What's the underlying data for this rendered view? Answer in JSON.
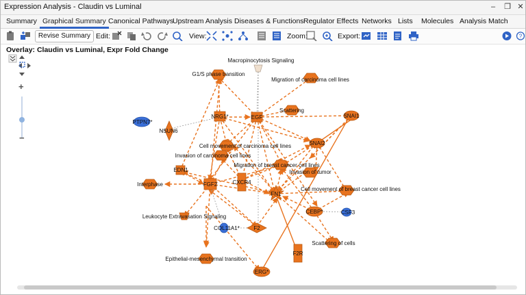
{
  "window": {
    "title": "Expression Analysis - Claudin vs Luminal",
    "controls": [
      "–",
      "❐",
      "✕"
    ]
  },
  "tabs": [
    {
      "label": "Summary"
    },
    {
      "label": "Graphical Summary",
      "active": true
    },
    {
      "label": "Canonical Pathways"
    },
    {
      "label": "Upstream Analysis"
    },
    {
      "label": "Diseases & Functions"
    },
    {
      "label": "Regulator Effects"
    },
    {
      "label": "Networks"
    },
    {
      "label": "Lists"
    },
    {
      "label": "Molecules"
    },
    {
      "label": "Analysis Match"
    }
  ],
  "toolbar": {
    "revise_label": "Revise Summary",
    "edit_label": "Edit:",
    "view_label": "View:",
    "zoom_label": "Zoom:",
    "export_label": "Export:"
  },
  "overlay_label": "Overlay: Claudin vs Luminal, Expr Fold Change",
  "zoom_controls": {
    "plus": "+",
    "minus": "−"
  },
  "colors": {
    "upregulated": "#e8731e",
    "downregulated": "#3a6fd8",
    "accent": "#2f63c6"
  },
  "network": {
    "nodes": [
      {
        "id": "macro",
        "label": "Macropinocytosis Signaling",
        "shape": "funnel",
        "color": "gray"
      },
      {
        "id": "g1s",
        "label": "G1/S phase transition",
        "shape": "hex"
      },
      {
        "id": "migcar",
        "label": "Migration of carcinoma cell lines",
        "shape": "hex"
      },
      {
        "id": "nrg1",
        "label": "NRG1*",
        "shape": "rect"
      },
      {
        "id": "egf",
        "label": "EGF",
        "shape": "rect"
      },
      {
        "id": "scatter",
        "label": "Scattering",
        "shape": "hex"
      },
      {
        "id": "snai1",
        "label": "SNAI1",
        "shape": "ellipse"
      },
      {
        "id": "ptpn6",
        "label": "PTPN7*",
        "shape": "ellipse",
        "color": "blue"
      },
      {
        "id": "nsun6",
        "label": "NSUN6",
        "shape": "diamond"
      },
      {
        "id": "cellmov",
        "label": "Cell movement of carcinoma cell lines",
        "shape": "hex"
      },
      {
        "id": "snai2",
        "label": "SNAI2",
        "shape": "ellipse"
      },
      {
        "id": "invcar",
        "label": "Invasion of carcinoma cell lines",
        "shape": "hex"
      },
      {
        "id": "migbreast",
        "label": "Migration of breast cancer cell lines",
        "shape": "hex"
      },
      {
        "id": "edn1",
        "label": "EDN1",
        "shape": "rect"
      },
      {
        "id": "invtumor",
        "label": "Invasion of tumor",
        "shape": "hex"
      },
      {
        "id": "interphase",
        "label": "Interphase",
        "shape": "hex"
      },
      {
        "id": "fgf2",
        "label": "FGF2",
        "shape": "rect"
      },
      {
        "id": "cxcr4",
        "label": "CXCR4",
        "shape": "rect"
      },
      {
        "id": "fn1",
        "label": "FN1",
        "shape": "star"
      },
      {
        "id": "cellmovbreast",
        "label": "Cell movement of breast cancer cell lines",
        "shape": "hex"
      },
      {
        "id": "leuko",
        "label": "Leukocyte Extravasation Signaling",
        "shape": "funnel"
      },
      {
        "id": "cebp",
        "label": "CEBP*",
        "shape": "ellipse"
      },
      {
        "id": "csf3",
        "label": "CSF3",
        "shape": "ellipse",
        "color": "blue"
      },
      {
        "id": "col1a1",
        "label": "COL11A1*",
        "shape": "ellipse",
        "color": "blue"
      },
      {
        "id": "f2",
        "label": "F2",
        "shape": "diamond"
      },
      {
        "id": "scattcells",
        "label": "Scattering of cells",
        "shape": "hex"
      },
      {
        "id": "f2r",
        "label": "F2R",
        "shape": "rect"
      },
      {
        "id": "emt",
        "label": "Epithelial-mesenchymal transition",
        "shape": "hex"
      },
      {
        "id": "erg",
        "label": "ERG*",
        "shape": "ellipse"
      }
    ]
  }
}
